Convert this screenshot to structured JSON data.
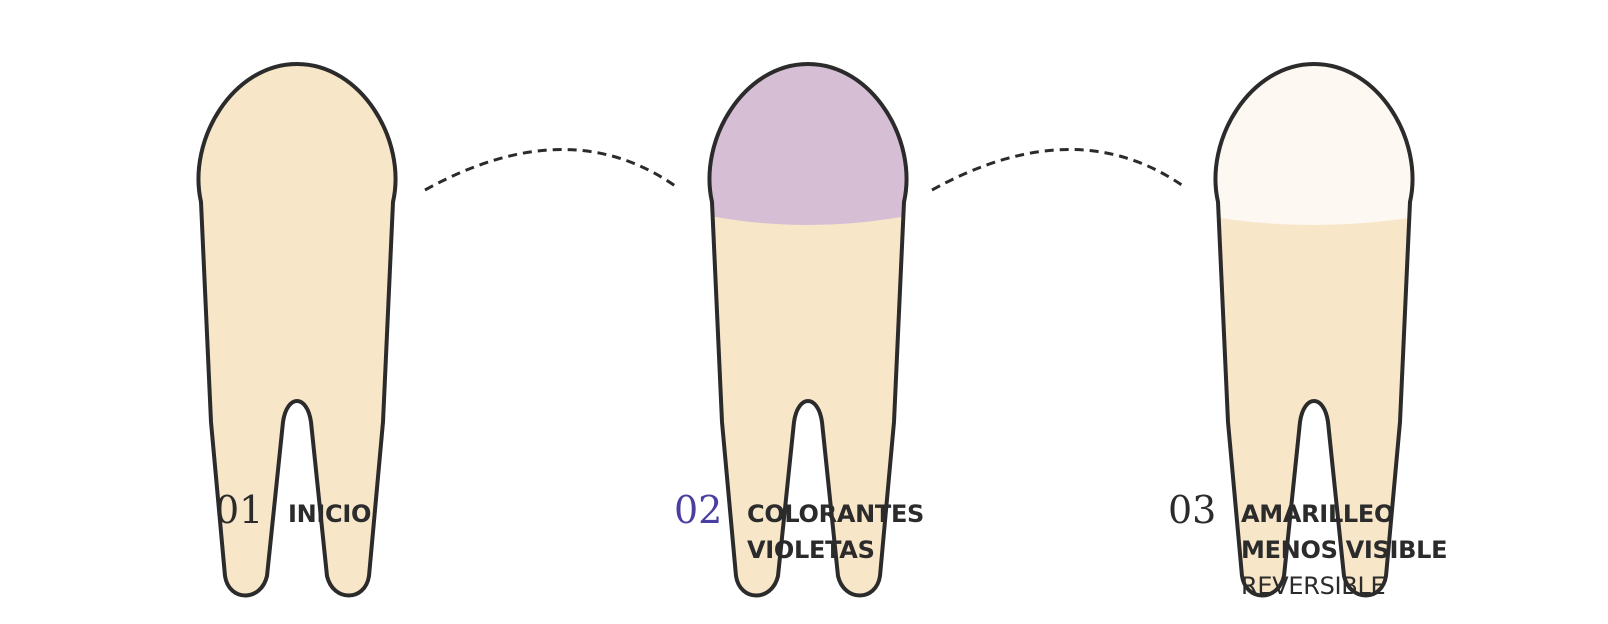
{
  "colors": {
    "dentin": "#f8e6c9",
    "outline": "#2b2b2b",
    "violet_stain": "#d6bfd4",
    "white_enamel": "#fdf8f1",
    "accent_number": "#4a3fa0",
    "text_dark": "#2b2b2b"
  },
  "steps": [
    {
      "number": "01",
      "title_lines": [
        "INICIO"
      ],
      "subtitle": "",
      "crown": "none"
    },
    {
      "number": "02",
      "title_lines": [
        "COLORANTES",
        "VIOLETAS"
      ],
      "subtitle": "",
      "crown": "violet_stain"
    },
    {
      "number": "03",
      "title_lines": [
        "AMARILLEO",
        "MENOS VISIBLE"
      ],
      "subtitle": "REVERSIBLE",
      "crown": "white_enamel"
    }
  ]
}
